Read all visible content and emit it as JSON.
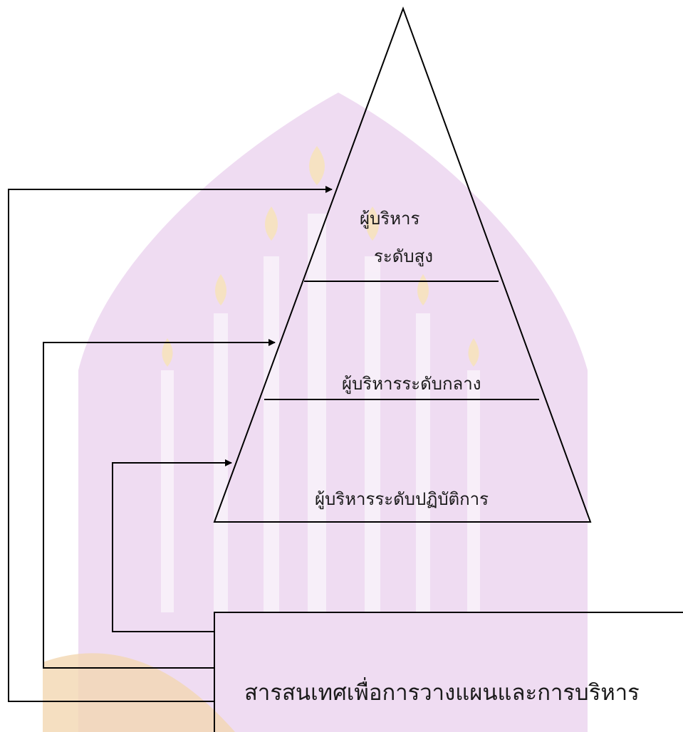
{
  "pyramid": {
    "top_level": {
      "line1": "ผู้บริหาร",
      "line2": "ระดับสูง"
    },
    "middle_level": "ผู้บริหารระดับกลาง",
    "operational_level": "ผู้บริหารระดับปฏิบัติการ"
  },
  "info_box": {
    "label": "สารสนเทศเพื่อการวางแผนและการบริหาร"
  },
  "watermark": {
    "color_main": "#e9d0ee",
    "color_flame": "#f6e2c2",
    "color_base": "#f3d7b1"
  },
  "line_color": "#000000"
}
